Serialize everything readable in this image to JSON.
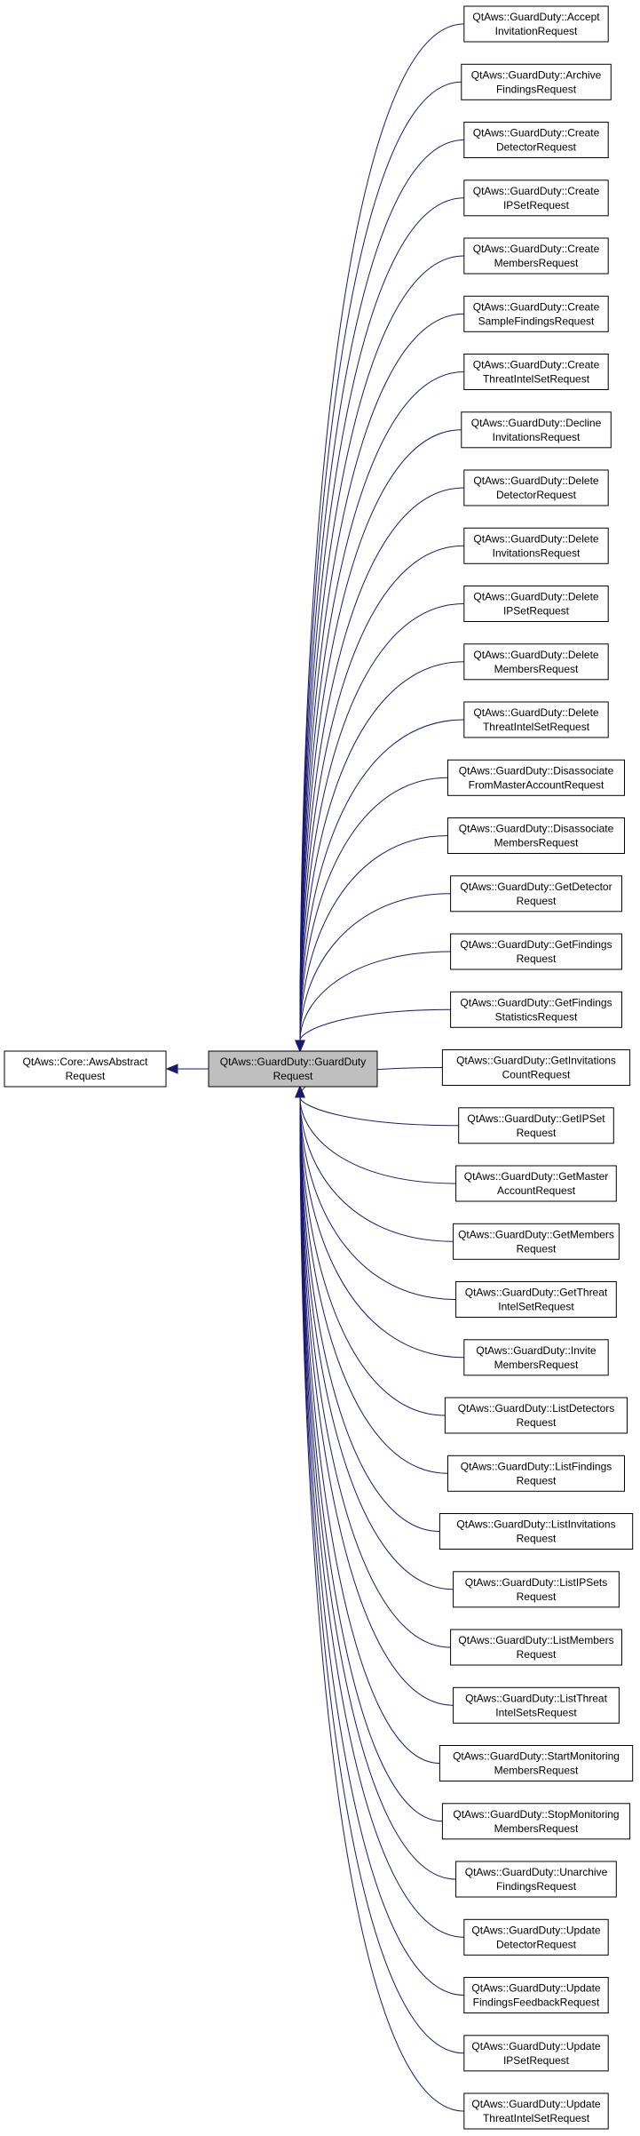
{
  "base_class": {
    "line1": "QtAws::Core::AwsAbstract",
    "line2": "Request"
  },
  "center_class": {
    "line1": "QtAws::GuardDuty::GuardDuty",
    "line2": "Request"
  },
  "derived_classes": [
    {
      "line1": "QtAws::GuardDuty::Accept",
      "line2": "InvitationRequest"
    },
    {
      "line1": "QtAws::GuardDuty::Archive",
      "line2": "FindingsRequest"
    },
    {
      "line1": "QtAws::GuardDuty::Create",
      "line2": "DetectorRequest"
    },
    {
      "line1": "QtAws::GuardDuty::Create",
      "line2": "IPSetRequest"
    },
    {
      "line1": "QtAws::GuardDuty::Create",
      "line2": "MembersRequest"
    },
    {
      "line1": "QtAws::GuardDuty::Create",
      "line2": "SampleFindingsRequest"
    },
    {
      "line1": "QtAws::GuardDuty::Create",
      "line2": "ThreatIntelSetRequest"
    },
    {
      "line1": "QtAws::GuardDuty::Decline",
      "line2": "InvitationsRequest"
    },
    {
      "line1": "QtAws::GuardDuty::Delete",
      "line2": "DetectorRequest"
    },
    {
      "line1": "QtAws::GuardDuty::Delete",
      "line2": "InvitationsRequest"
    },
    {
      "line1": "QtAws::GuardDuty::Delete",
      "line2": "IPSetRequest"
    },
    {
      "line1": "QtAws::GuardDuty::Delete",
      "line2": "MembersRequest"
    },
    {
      "line1": "QtAws::GuardDuty::Delete",
      "line2": "ThreatIntelSetRequest"
    },
    {
      "line1": "QtAws::GuardDuty::Disassociate",
      "line2": "FromMasterAccountRequest"
    },
    {
      "line1": "QtAws::GuardDuty::Disassociate",
      "line2": "MembersRequest"
    },
    {
      "line1": "QtAws::GuardDuty::GetDetector",
      "line2": "Request"
    },
    {
      "line1": "QtAws::GuardDuty::GetFindings",
      "line2": "Request"
    },
    {
      "line1": "QtAws::GuardDuty::GetFindings",
      "line2": "StatisticsRequest"
    },
    {
      "line1": "QtAws::GuardDuty::GetInvitations",
      "line2": "CountRequest"
    },
    {
      "line1": "QtAws::GuardDuty::GetIPSet",
      "line2": "Request"
    },
    {
      "line1": "QtAws::GuardDuty::GetMaster",
      "line2": "AccountRequest"
    },
    {
      "line1": "QtAws::GuardDuty::GetMembers",
      "line2": "Request"
    },
    {
      "line1": "QtAws::GuardDuty::GetThreat",
      "line2": "IntelSetRequest"
    },
    {
      "line1": "QtAws::GuardDuty::Invite",
      "line2": "MembersRequest"
    },
    {
      "line1": "QtAws::GuardDuty::ListDetectors",
      "line2": "Request"
    },
    {
      "line1": "QtAws::GuardDuty::ListFindings",
      "line2": "Request"
    },
    {
      "line1": "QtAws::GuardDuty::ListInvitations",
      "line2": "Request"
    },
    {
      "line1": "QtAws::GuardDuty::ListIPSets",
      "line2": "Request"
    },
    {
      "line1": "QtAws::GuardDuty::ListMembers",
      "line2": "Request"
    },
    {
      "line1": "QtAws::GuardDuty::ListThreat",
      "line2": "IntelSetsRequest"
    },
    {
      "line1": "QtAws::GuardDuty::StartMonitoring",
      "line2": "MembersRequest"
    },
    {
      "line1": "QtAws::GuardDuty::StopMonitoring",
      "line2": "MembersRequest"
    },
    {
      "line1": "QtAws::GuardDuty::Unarchive",
      "line2": "FindingsRequest"
    },
    {
      "line1": "QtAws::GuardDuty::Update",
      "line2": "DetectorRequest"
    },
    {
      "line1": "QtAws::GuardDuty::Update",
      "line2": "FindingsFeedbackRequest"
    },
    {
      "line1": "QtAws::GuardDuty::Update",
      "line2": "IPSetRequest"
    },
    {
      "line1": "QtAws::GuardDuty::Update",
      "line2": "ThreatIntelSetRequest"
    }
  ],
  "colors": {
    "edge": "#191970",
    "center_fill": "#bfbfbf",
    "box_fill": "#ffffff",
    "box_stroke": "#000000"
  }
}
